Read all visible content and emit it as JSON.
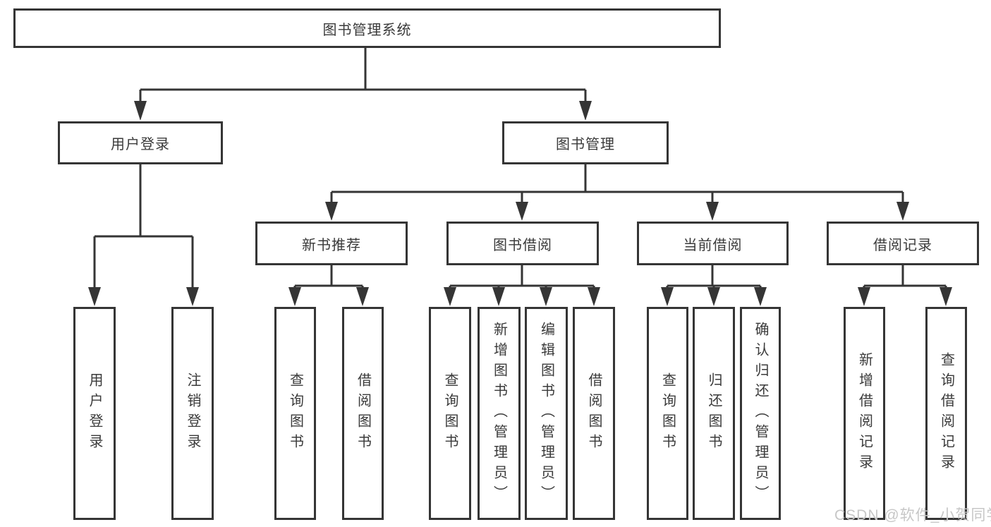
{
  "colors": {
    "line": "#353535",
    "box_border": "#353535",
    "text": "#3a3a3a",
    "background": "#ffffff",
    "watermark": "#c7c7c7"
  },
  "watermark": {
    "text": "CSDN @软件_小贺同学"
  },
  "diagram": {
    "title": "图书管理系统",
    "nodes": [
      {
        "id": "root",
        "label": "图书管理系统",
        "level": 0,
        "parent": null
      },
      {
        "id": "user-login",
        "label": "用户登录",
        "level": 1,
        "parent": "root"
      },
      {
        "id": "book-management",
        "label": "图书管理",
        "level": 1,
        "parent": "root"
      },
      {
        "id": "new-book-recommend",
        "label": "新书推荐",
        "level": 2,
        "parent": "book-management"
      },
      {
        "id": "book-borrowing",
        "label": "图书借阅",
        "level": 2,
        "parent": "book-management"
      },
      {
        "id": "current-borrowing",
        "label": "当前借阅",
        "level": 2,
        "parent": "book-management"
      },
      {
        "id": "borrowing-records",
        "label": "借阅记录",
        "level": 2,
        "parent": "book-management"
      },
      {
        "id": "leaf-user-login",
        "label": "用户登录",
        "level": 3,
        "parent": "user-login"
      },
      {
        "id": "leaf-logout",
        "label": "注销登录",
        "level": 3,
        "parent": "user-login"
      },
      {
        "id": "leaf-query-books-1",
        "label": "查询图书",
        "level": 3,
        "parent": "new-book-recommend"
      },
      {
        "id": "leaf-borrow-books-1",
        "label": "借阅图书",
        "level": 3,
        "parent": "new-book-recommend"
      },
      {
        "id": "leaf-query-books-2",
        "label": "查询图书",
        "level": 3,
        "parent": "book-borrowing"
      },
      {
        "id": "leaf-add-books",
        "label": "新增图书（管理员）",
        "level": 3,
        "parent": "book-borrowing"
      },
      {
        "id": "leaf-edit-books",
        "label": "编辑图书（管理员）",
        "level": 3,
        "parent": "book-borrowing"
      },
      {
        "id": "leaf-borrow-books-2",
        "label": "借阅图书",
        "level": 3,
        "parent": "book-borrowing"
      },
      {
        "id": "leaf-query-books-3",
        "label": "查询图书",
        "level": 3,
        "parent": "current-borrowing"
      },
      {
        "id": "leaf-return-books",
        "label": "归还图书",
        "level": 3,
        "parent": "current-borrowing"
      },
      {
        "id": "leaf-confirm-return",
        "label": "确认归还（管理员）",
        "level": 3,
        "parent": "current-borrowing"
      },
      {
        "id": "leaf-add-borrow-record",
        "label": "新增借阅记录",
        "level": 3,
        "parent": "borrowing-records"
      },
      {
        "id": "leaf-query-borrow-record",
        "label": "查询借阅记录",
        "level": 3,
        "parent": "borrowing-records"
      }
    ]
  }
}
